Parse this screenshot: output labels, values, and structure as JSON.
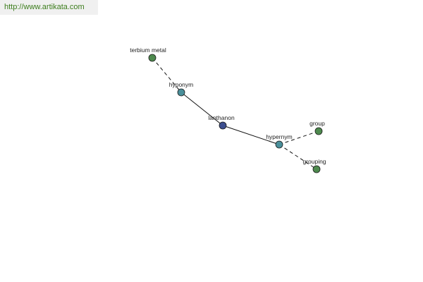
{
  "banner": {
    "url": "http://www.artikata.com"
  },
  "colors": {
    "center_node": "#3d4f8f",
    "relation_node": "#4a8f9a",
    "word_node": "#4e8a4e",
    "edge": "#111111",
    "banner_bg": "#f0f0f0",
    "banner_text": "#3c7d1c"
  },
  "graph": {
    "nodes": [
      {
        "id": "terbium",
        "label": "terbium metal",
        "kind": "word"
      },
      {
        "id": "hyponym",
        "label": "hyponym",
        "kind": "relation"
      },
      {
        "id": "center",
        "label": "lanthanon",
        "kind": "center"
      },
      {
        "id": "hypernym",
        "label": "hypernym",
        "kind": "relation"
      },
      {
        "id": "group",
        "label": "group",
        "kind": "word"
      },
      {
        "id": "grouping",
        "label": "grouping",
        "kind": "word"
      }
    ],
    "edges": [
      {
        "from": "terbium",
        "to": "hyponym",
        "style": "dashed"
      },
      {
        "from": "hyponym",
        "to": "center",
        "style": "solid"
      },
      {
        "from": "center",
        "to": "hypernym",
        "style": "solid"
      },
      {
        "from": "hypernym",
        "to": "group",
        "style": "dashed"
      },
      {
        "from": "hypernym",
        "to": "grouping",
        "style": "dashed"
      }
    ]
  }
}
